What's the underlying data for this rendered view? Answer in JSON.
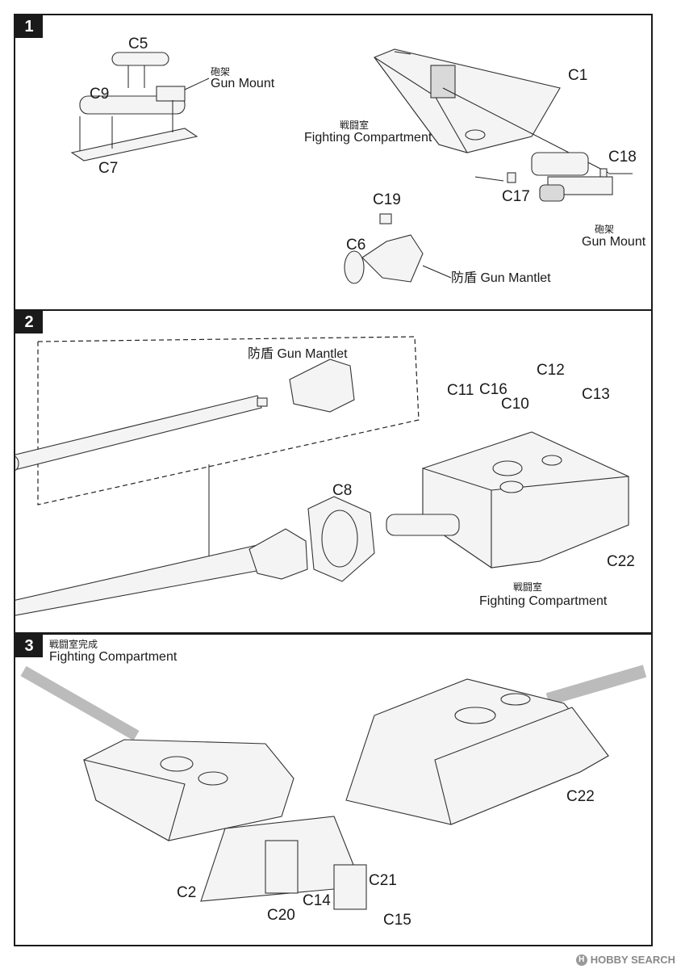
{
  "steps": [
    {
      "number": "1",
      "labels": {
        "c5": "C5",
        "c9": "C9",
        "c7": "C7",
        "gun_mount_jp": "砲架",
        "gun_mount_en": "Gun Mount",
        "c1": "C1",
        "fighting_jp": "戦闘室",
        "fighting_en": "Fighting Compartment",
        "c18": "C18",
        "c17": "C17",
        "gun_mount2_jp": "砲架",
        "gun_mount2_en": "Gun Mount",
        "c19": "C19",
        "c6": "C6",
        "mantlet": "防盾 Gun Mantlet"
      }
    },
    {
      "number": "2",
      "labels": {
        "mantlet": "防盾 Gun Mantlet",
        "c11": "C11",
        "c16": "C16",
        "c10": "C10",
        "c12": "C12",
        "c13": "C13",
        "c8": "C8",
        "c22": "C22",
        "fighting_jp": "戦闘室",
        "fighting_en": "Fighting Compartment"
      }
    },
    {
      "number": "3",
      "labels": {
        "done_jp": "戦闘室完成",
        "done_en": "Fighting Compartment",
        "c22": "C22",
        "c2": "C2",
        "c20": "C20",
        "c14": "C14",
        "c21": "C21",
        "c15": "C15"
      }
    }
  ],
  "footer": {
    "brand": "HOBBY SEARCH",
    "logo_letter": "H"
  }
}
